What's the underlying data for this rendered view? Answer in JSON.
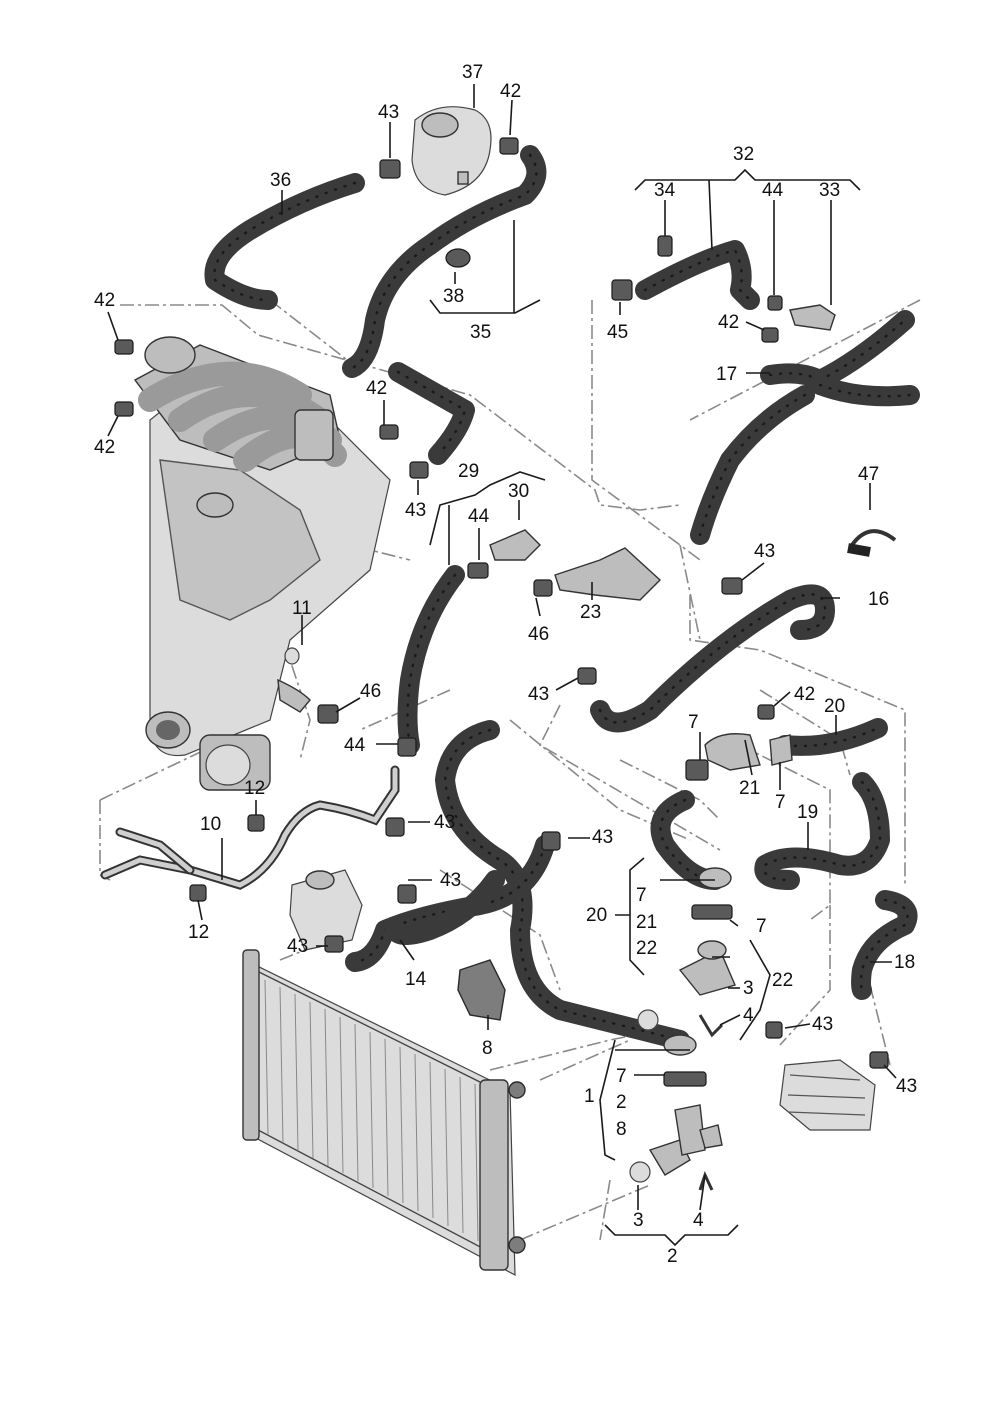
{
  "labels": {
    "l37": "37",
    "l42a": "42",
    "l43a": "43",
    "l36": "36",
    "l38": "38",
    "l35": "35",
    "l32": "32",
    "l34": "34",
    "l44a": "44",
    "l33": "33",
    "l45": "45",
    "l42b": "42",
    "l17": "17",
    "l42c": "42",
    "l42d": "42",
    "l42e": "42",
    "l43b": "43",
    "l29": "29",
    "l30": "30",
    "l44b": "44",
    "l47": "47",
    "l43c": "43",
    "l16": "16",
    "l23": "23",
    "l46a": "46",
    "l11": "11",
    "l46b": "46",
    "l44c": "44",
    "l43d": "43",
    "l42f": "42",
    "l7a": "7",
    "l20a": "20",
    "l21a": "21",
    "l7b": "7",
    "l12a": "12",
    "l10": "10",
    "l43e": "43",
    "l43f": "43",
    "l19": "19",
    "l43g": "43",
    "l12b": "12",
    "l20b": "20",
    "l7c": "7",
    "l21b": "21",
    "l22a": "22",
    "l7d": "7",
    "l43h": "43",
    "l14": "14",
    "l22b": "22",
    "l18": "18",
    "l3a": "3",
    "l4a": "4",
    "l8a": "8",
    "l43i": "43",
    "l1": "1",
    "l7e": "7",
    "l2a": "2",
    "l8b": "8",
    "l43j": "43",
    "l3b": "3",
    "l4b": "4",
    "l2b": "2"
  },
  "colors": {
    "hose": "#3a3a3a",
    "part": "#bdbdbd",
    "leader": "#1a1a1a"
  }
}
